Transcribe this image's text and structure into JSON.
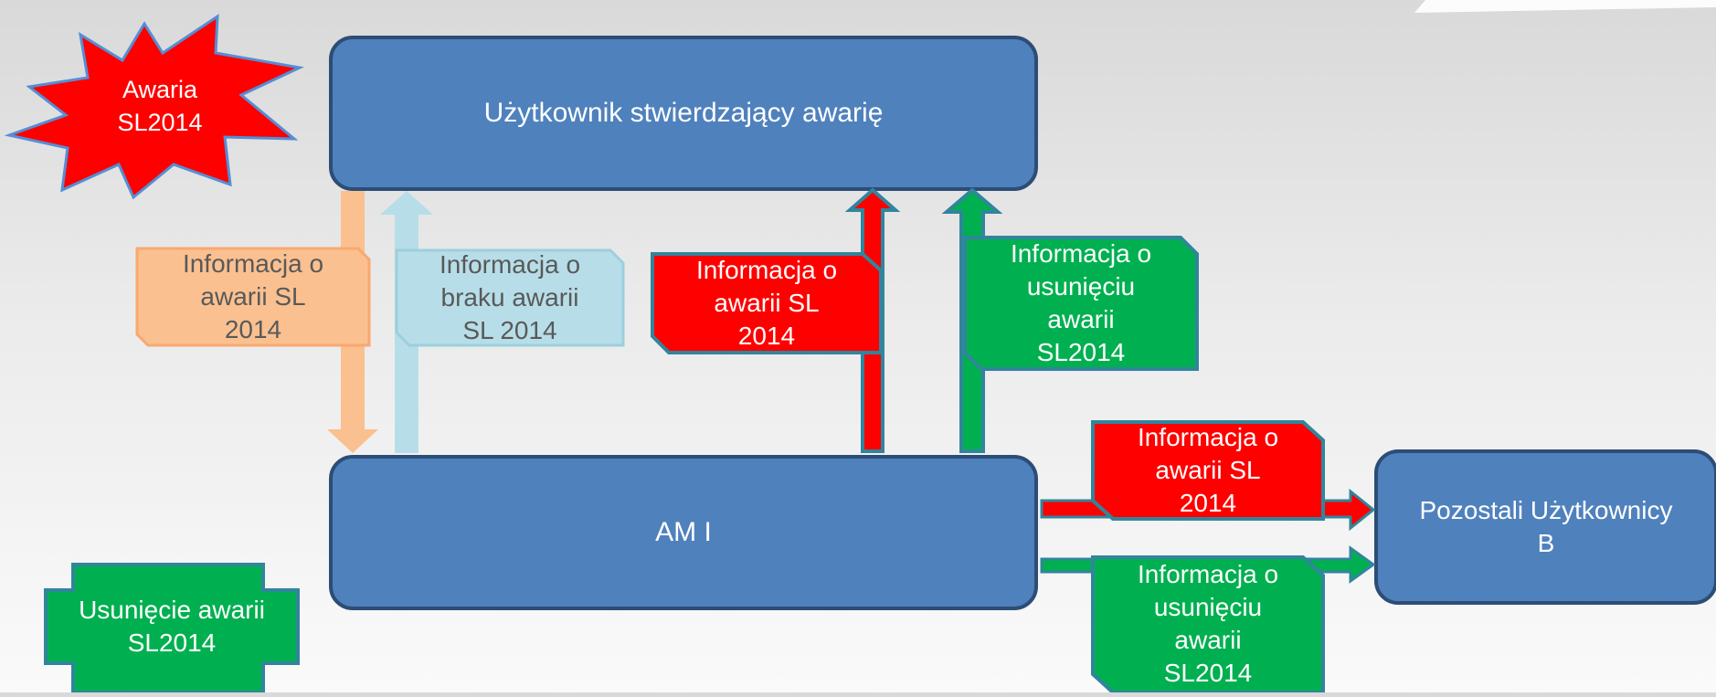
{
  "boxes": {
    "user": "Użytkownik stwierdzający awarię",
    "ami": "AM I",
    "others": "Pozostali Użytkownicy\nB"
  },
  "badges": {
    "failure": "Awaria\nSL2014",
    "fix": "Usunięcie awarii\nSL2014"
  },
  "notes": {
    "down_info": "Informacja o\nawarii SL\n2014",
    "up_no_failure": "Informacja o\nbraku awarii\nSL 2014",
    "up_failure": "Informacja o\nawarii SL\n2014",
    "up_fixed": "Informacja o\nusunięciu\nawarii\nSL2014",
    "right_failure": "Informacja o\nawarii SL\n2014",
    "right_fixed": "Informacja o\nusunięciu\nawarii\nSL2014"
  },
  "colors": {
    "box_fill": "#4f81bd",
    "box_stroke": "#2c4d75",
    "orange": "#fac090",
    "light_blue": "#b7dee8",
    "red": "#ff0000",
    "green": "#00b050",
    "teal_stroke": "#31859c"
  }
}
